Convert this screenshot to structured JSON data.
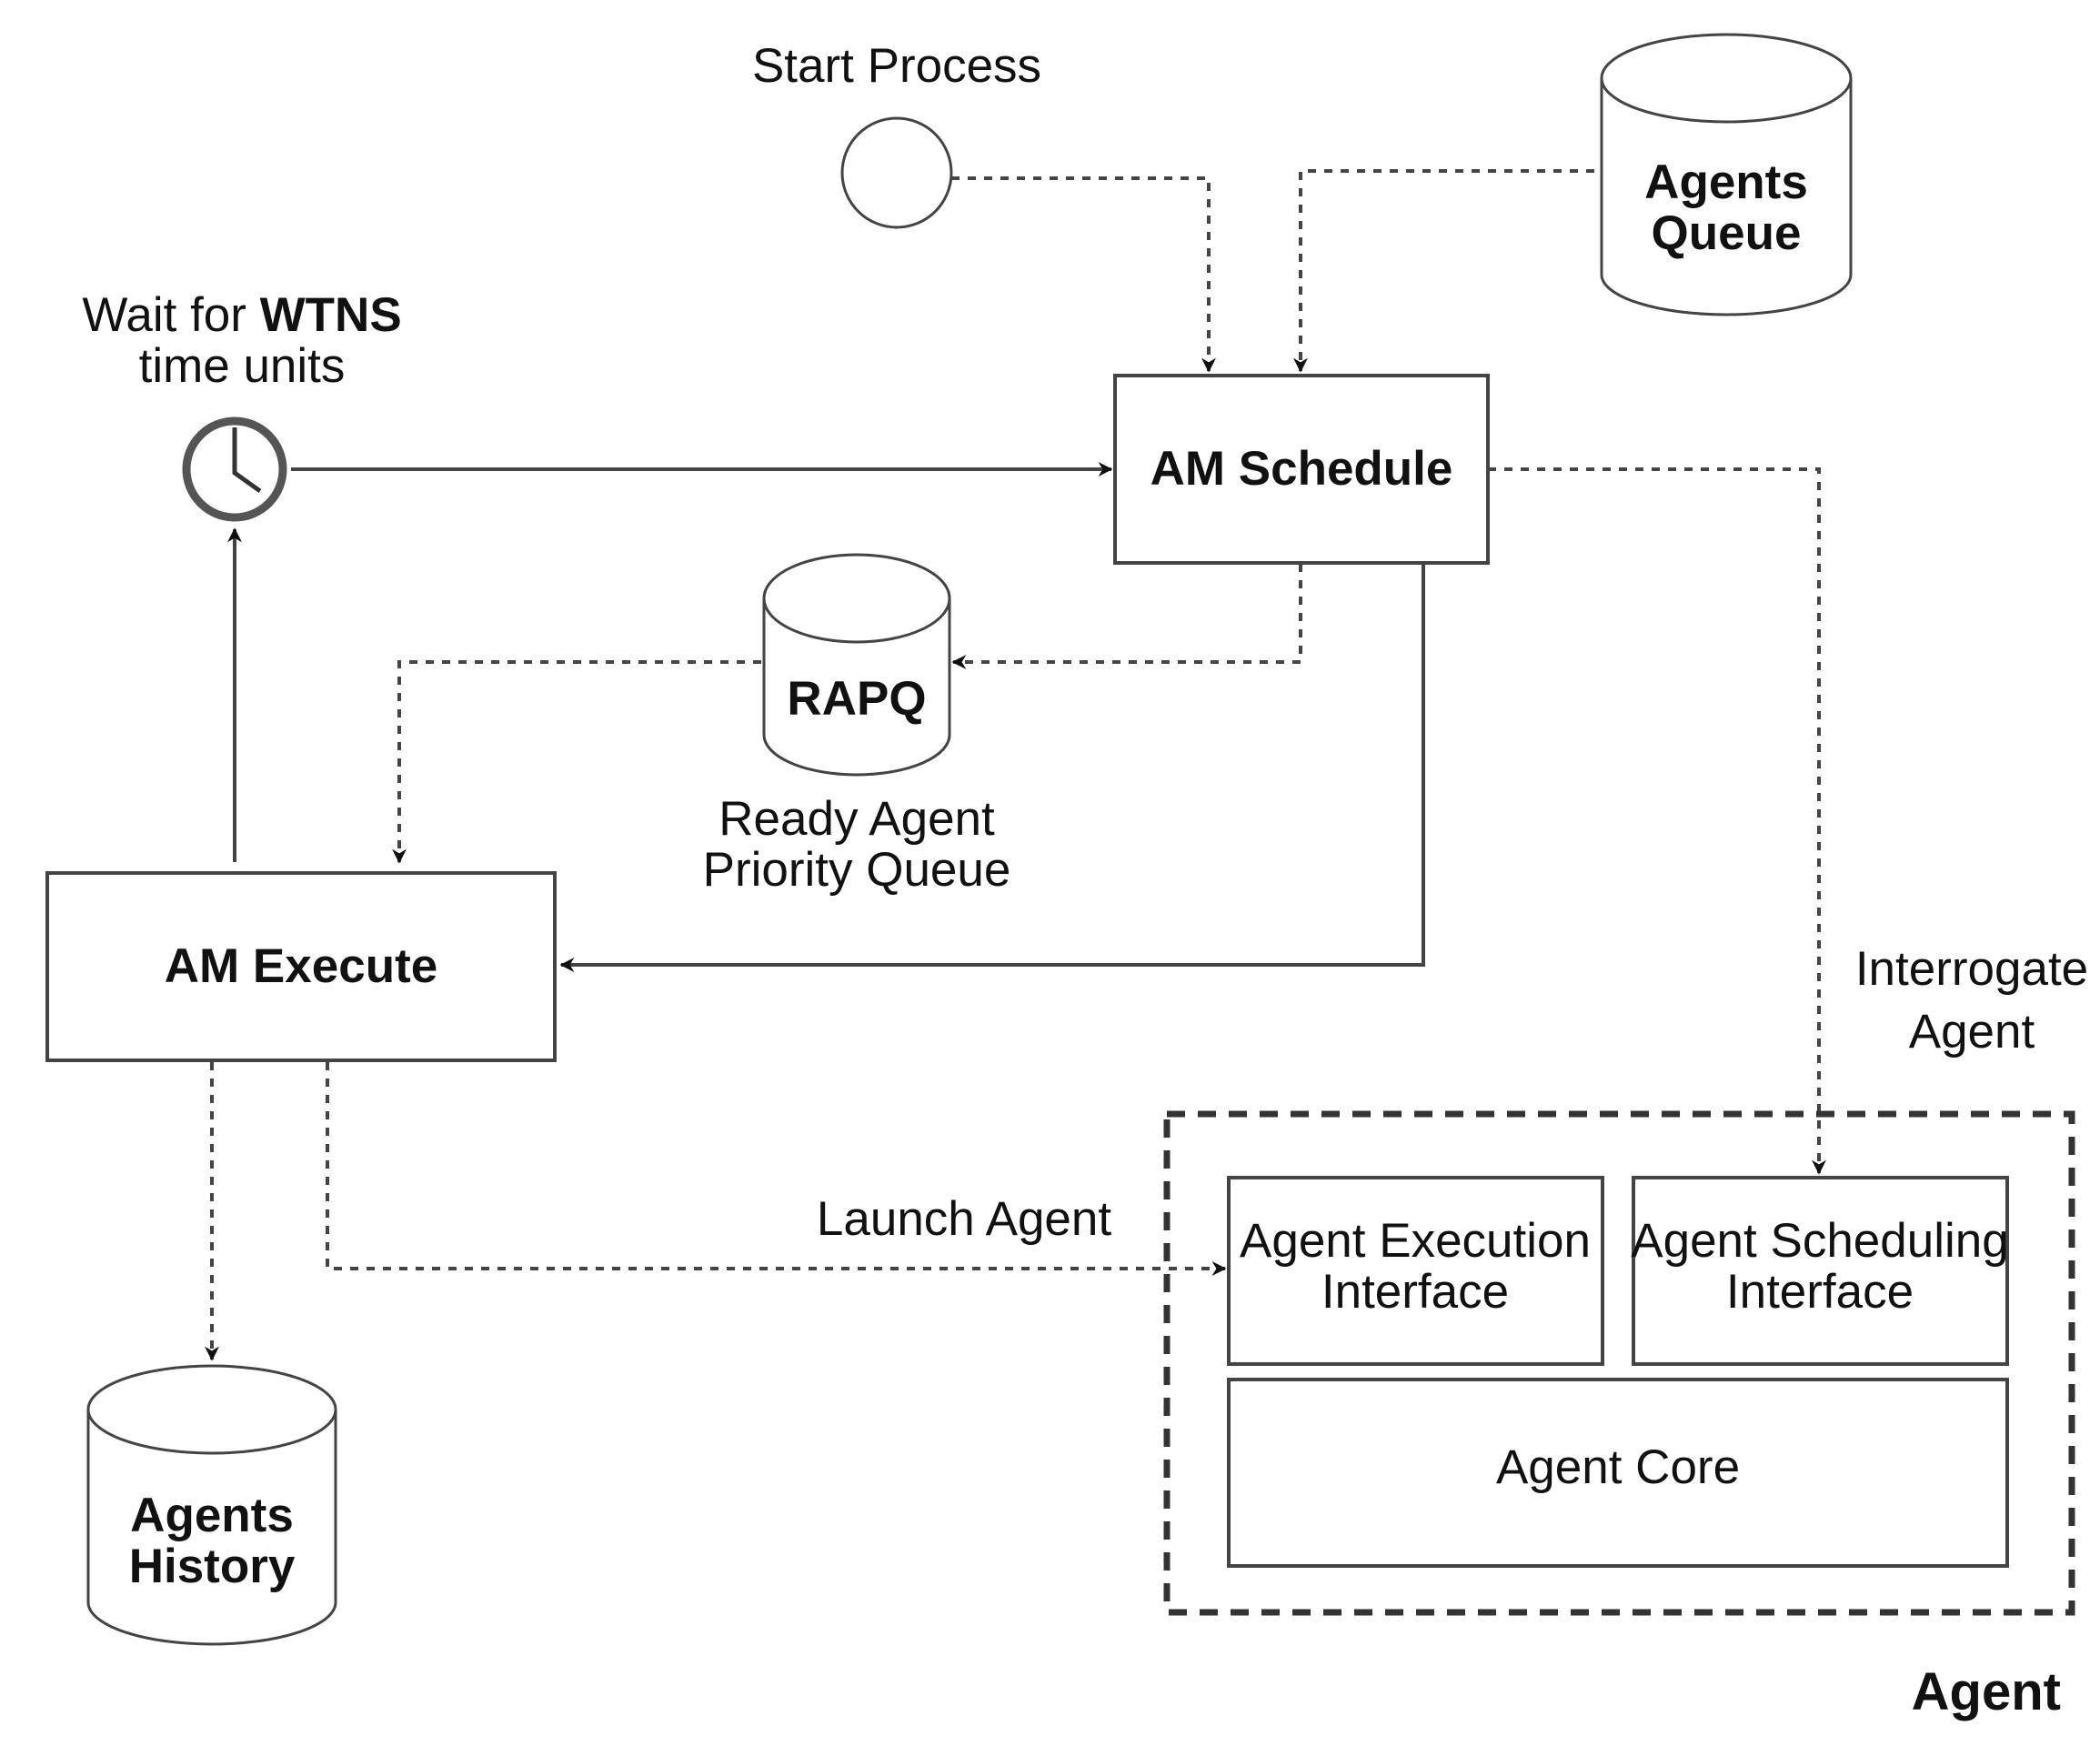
{
  "start_process": {
    "label": "Start Process"
  },
  "agents_queue": {
    "line1": "Agents",
    "line2": "Queue"
  },
  "timer": {
    "label_prefix": "Wait for ",
    "label_bold": "WTNS",
    "label_line2": "time units"
  },
  "am_schedule": {
    "label": "AM Schedule"
  },
  "rapq": {
    "label": "RAPQ",
    "caption_line1": "Ready Agent",
    "caption_line2": "Priority Queue"
  },
  "am_execute": {
    "label": "AM Execute"
  },
  "interrogate": {
    "line1": "Interrogate",
    "line2": "Agent"
  },
  "launch": {
    "label": "Launch Agent"
  },
  "agent_execution_interface": {
    "line1": "Agent Execution",
    "line2": "Interface"
  },
  "agent_scheduling_interface": {
    "line1": "Agent Scheduling",
    "line2": "Interface"
  },
  "agent_core": {
    "label": "Agent Core"
  },
  "agents_history": {
    "line1": "Agents",
    "line2": "History"
  },
  "agent_group": {
    "label": "Agent"
  },
  "colors": {
    "stroke": "#444444",
    "text": "#111111",
    "background": "#ffffff"
  }
}
